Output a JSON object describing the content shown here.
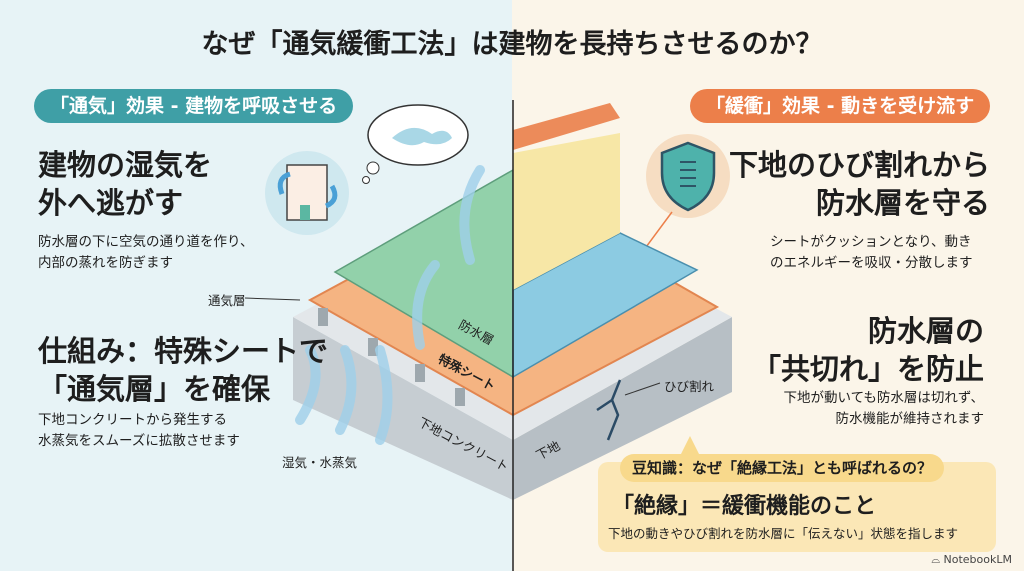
{
  "title": "なぜ「通気緩衝工法」は建物を長持ちさせるのか？",
  "left": {
    "pill": "「通気」効果 - 建物を呼吸させる",
    "heading1": [
      "建物の湿気を",
      "外へ逃がす"
    ],
    "text1": [
      "防水層の下に空気の通り道を作り、",
      "内部の蒸れを防ぎます"
    ],
    "heading2": [
      "仕組み：特殊シートで",
      "「通気層」を確保"
    ],
    "text2": [
      "下地コンクリートから発生する",
      "水蒸気をスムーズに拡散させます"
    ],
    "icon": "building-airflow-icon"
  },
  "right": {
    "pill": "「緩衝」効果 - 動きを受け流す",
    "heading1": [
      "下地のひび割れから",
      "防水層を守る"
    ],
    "text1": [
      "シートがクッションとなり、動き",
      "のエネルギーを吸収・分散します"
    ],
    "heading2": [
      "防水層の",
      "「共切れ」を防止"
    ],
    "text2": [
      "下地が動いても防水層は切れず、",
      "防水機能が維持されます"
    ],
    "icon": "shield-spring-icon"
  },
  "diagram": {
    "labels": {
      "air_layer": "通気層",
      "waterproof": "防水層",
      "sheet": "特殊シート",
      "concrete": "下地コンクリート",
      "vapor": "湿気・水蒸気",
      "crack": "ひび割れ",
      "base": "下地"
    }
  },
  "tip": {
    "question": "豆知識：なぜ「絶縁工法」とも呼ばれるの？",
    "answer": "「絶縁」＝緩衝機能のこと",
    "detail": "下地の動きやひび割れを防水層に「伝えない」状態を指します"
  },
  "brand": "NotebookLM",
  "colors": {
    "teal": "#3f9fa6",
    "orange": "#ec7f4a",
    "green": "#8fd0a8",
    "blue": "#8cc8e0",
    "yellow": "#f7e7a6",
    "sheet": "#f5b482",
    "concrete": "#c9cfd3"
  }
}
